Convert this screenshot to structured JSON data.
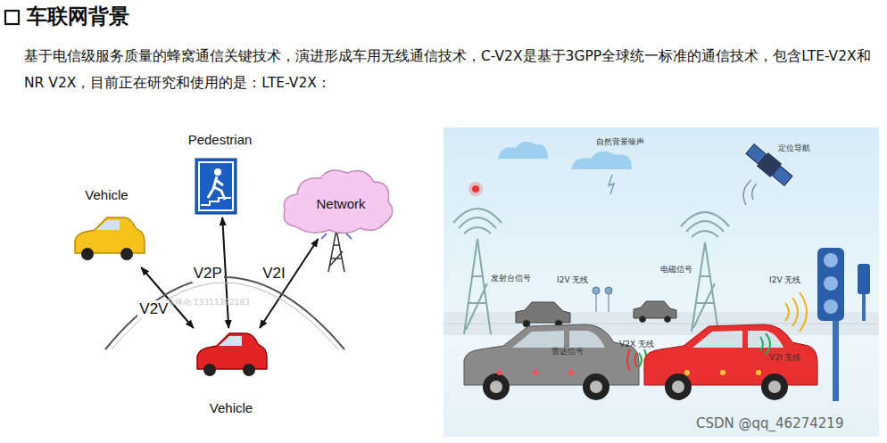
{
  "diagram": {
    "title": "车联网背景",
    "nodes": [
      {
        "text": [
          "Vehicle"
        ]
      },
      {
        "text": [
          "Pedestrian"
        ]
      },
      {
        "text": [
          "Network"
        ]
      },
      {
        "text": [
          "Vehicle"
        ]
      }
    ],
    "edges": [
      {
        "from": 3,
        "to": 0,
        "arrow": "both",
        "label": "V2V"
      },
      {
        "from": 3,
        "to": 1,
        "arrow": "both",
        "label": "V2P"
      },
      {
        "from": 3,
        "to": 2,
        "arrow": "both",
        "label": "V2I"
      }
    ],
    "labels": [
      "基于电信级服务质量的蜂窝通信关键技术，演进形成车用无线通信技术，C-V2X是基于3GPP全球统一标准的通信技术，包含LTE-V2X和NR V2X，目前正在研究和使用的是：LTE-V2X：",
      "大唐移动 13311392183",
      "自然背景噪声",
      "定位导航",
      "发射台信号",
      "I2V 无线",
      "电磁信号",
      "I2V 无线",
      "雷达信号",
      "V2X 无线",
      "V2I 无线",
      "CSDN @qq_46274219"
    ]
  }
}
